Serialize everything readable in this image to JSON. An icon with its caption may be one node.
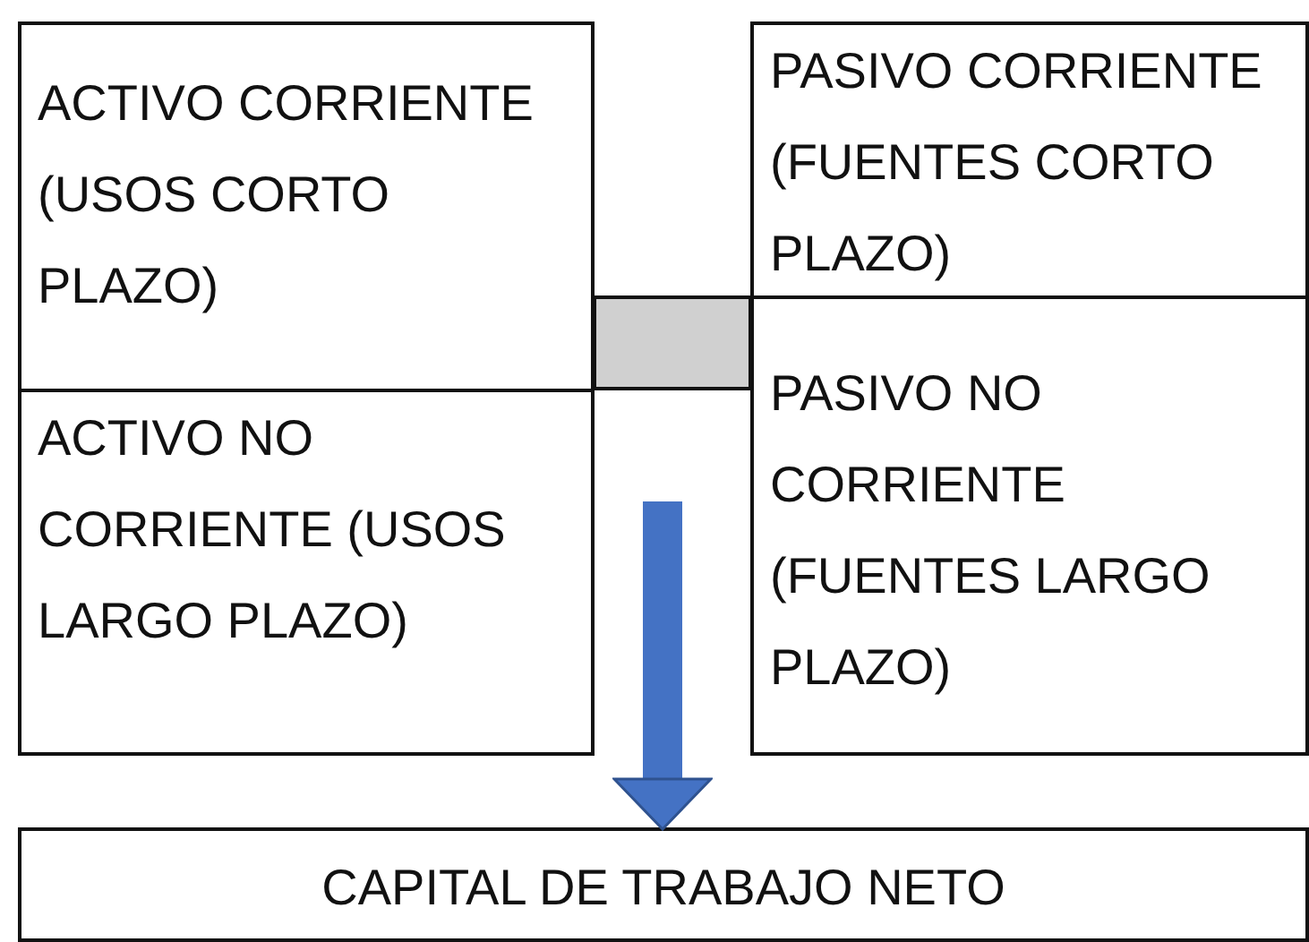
{
  "diagram": {
    "nodes": [
      {
        "text": [
          "ACTIVO CORRIENTE (USOS CORTO PLAZO)"
        ]
      },
      {
        "text": [
          "ACTIVO NO CORRIENTE (USOS LARGO PLAZO)"
        ]
      },
      {
        "text": [
          "PASIVO CORRIENTE (FUENTES CORTO PLAZO)"
        ]
      },
      {
        "text": [
          "PASIVO NO CORRIENTE (FUENTES LARGO PLAZO)"
        ]
      },
      {
        "text": [],
        "shape": "box"
      },
      {
        "text": [
          "CAPITAL DE TRABAJO NETO"
        ]
      }
    ],
    "edges": [
      {
        "from": null,
        "to": 5,
        "arrow": "to"
      }
    ]
  }
}
